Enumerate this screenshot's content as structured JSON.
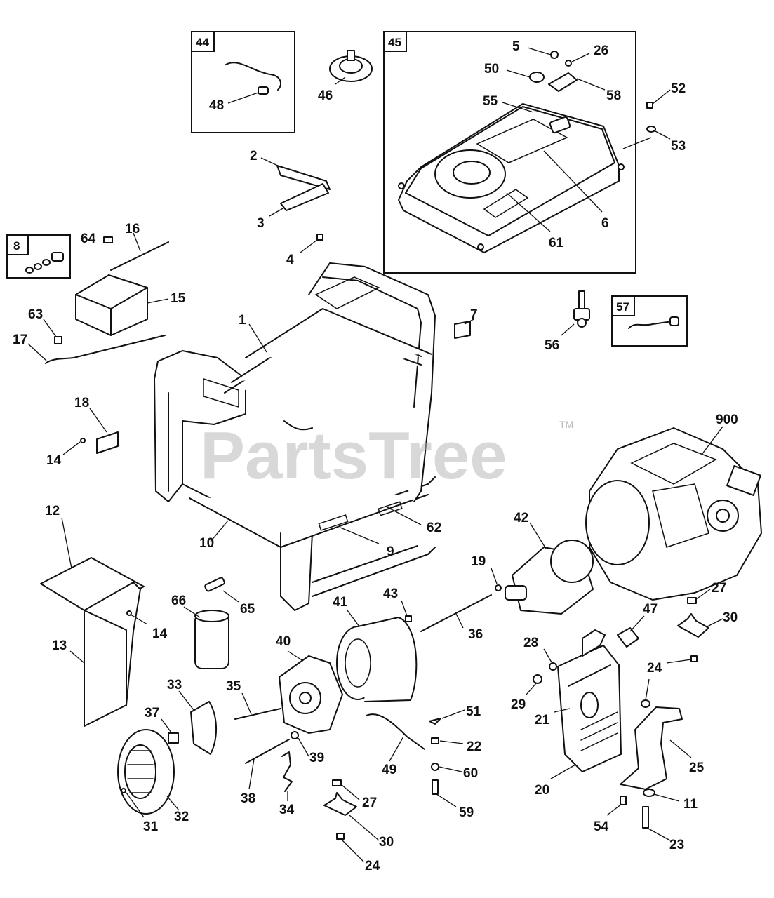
{
  "watermark": {
    "text": "PartsTree",
    "mark": "TM"
  },
  "insets": [
    {
      "id": "44"
    },
    {
      "id": "45"
    },
    {
      "id": "8"
    },
    {
      "id": "57"
    }
  ],
  "callouts": [
    "1",
    "2",
    "3",
    "4",
    "5",
    "6",
    "7",
    "9",
    "10",
    "11",
    "12",
    "13",
    "14",
    "14",
    "15",
    "16",
    "17",
    "18",
    "19",
    "20",
    "21",
    "22",
    "23",
    "24",
    "24",
    "25",
    "26",
    "27",
    "27",
    "28",
    "29",
    "30",
    "30",
    "31",
    "32",
    "33",
    "34",
    "35",
    "36",
    "37",
    "38",
    "39",
    "40",
    "41",
    "42",
    "43",
    "46",
    "47",
    "48",
    "49",
    "50",
    "51",
    "52",
    "53",
    "54",
    "55",
    "56",
    "58",
    "59",
    "60",
    "61",
    "62",
    "63",
    "64",
    "65",
    "66",
    "900"
  ],
  "colors": {
    "line": "#111111",
    "watermark": "#b9b9b9",
    "background": "#ffffff"
  }
}
